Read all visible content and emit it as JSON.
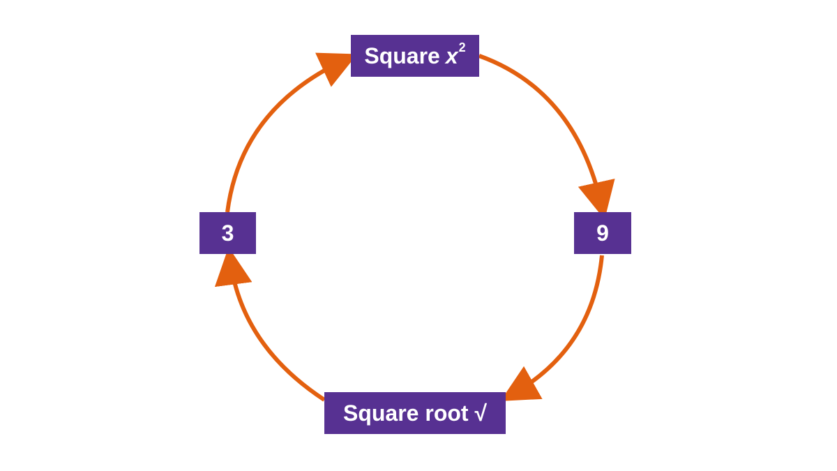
{
  "colors": {
    "box_fill": "#573192",
    "arrow": "#e3600f",
    "text": "#ffffff",
    "background": "#ffffff"
  },
  "nodes": {
    "square": {
      "label": "Square",
      "variable": "x",
      "exponent": "2"
    },
    "nine": {
      "label": "9"
    },
    "root": {
      "label": "Square root √"
    },
    "three": {
      "label": "3"
    }
  }
}
